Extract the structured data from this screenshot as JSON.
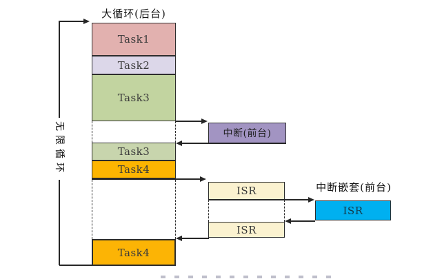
{
  "titles": {
    "background_loop": "大循环(后台)",
    "infinite_loop": "无限循环",
    "interrupt_nested_foreground": "中断嵌套(前台)"
  },
  "blocks": {
    "task1": {
      "label": "Task1",
      "color": "#e2b1af"
    },
    "task2": {
      "label": "Task2",
      "color": "#dcd7e9"
    },
    "task3_first": {
      "label": "Task3",
      "color": "#c2d4a0"
    },
    "task3_second": {
      "label": "Task3",
      "color": "#c8d5ad"
    },
    "task4_first": {
      "label": "Task4",
      "color": "#fdb501"
    },
    "task4_second": {
      "label": "Task4",
      "color": "#fcb405"
    },
    "interrupt_foreground": {
      "label": "中断(前台)",
      "color": "#a294c2"
    },
    "isr_first": {
      "label": "ISR",
      "color": "#fbf2d0"
    },
    "isr_second": {
      "label": "ISR",
      "color": "#fbf2d0"
    },
    "isr_nested": {
      "label": "ISR",
      "color": "#00b0f0"
    }
  },
  "colors": {
    "line": "#262626",
    "border": "#2d2d2d"
  }
}
